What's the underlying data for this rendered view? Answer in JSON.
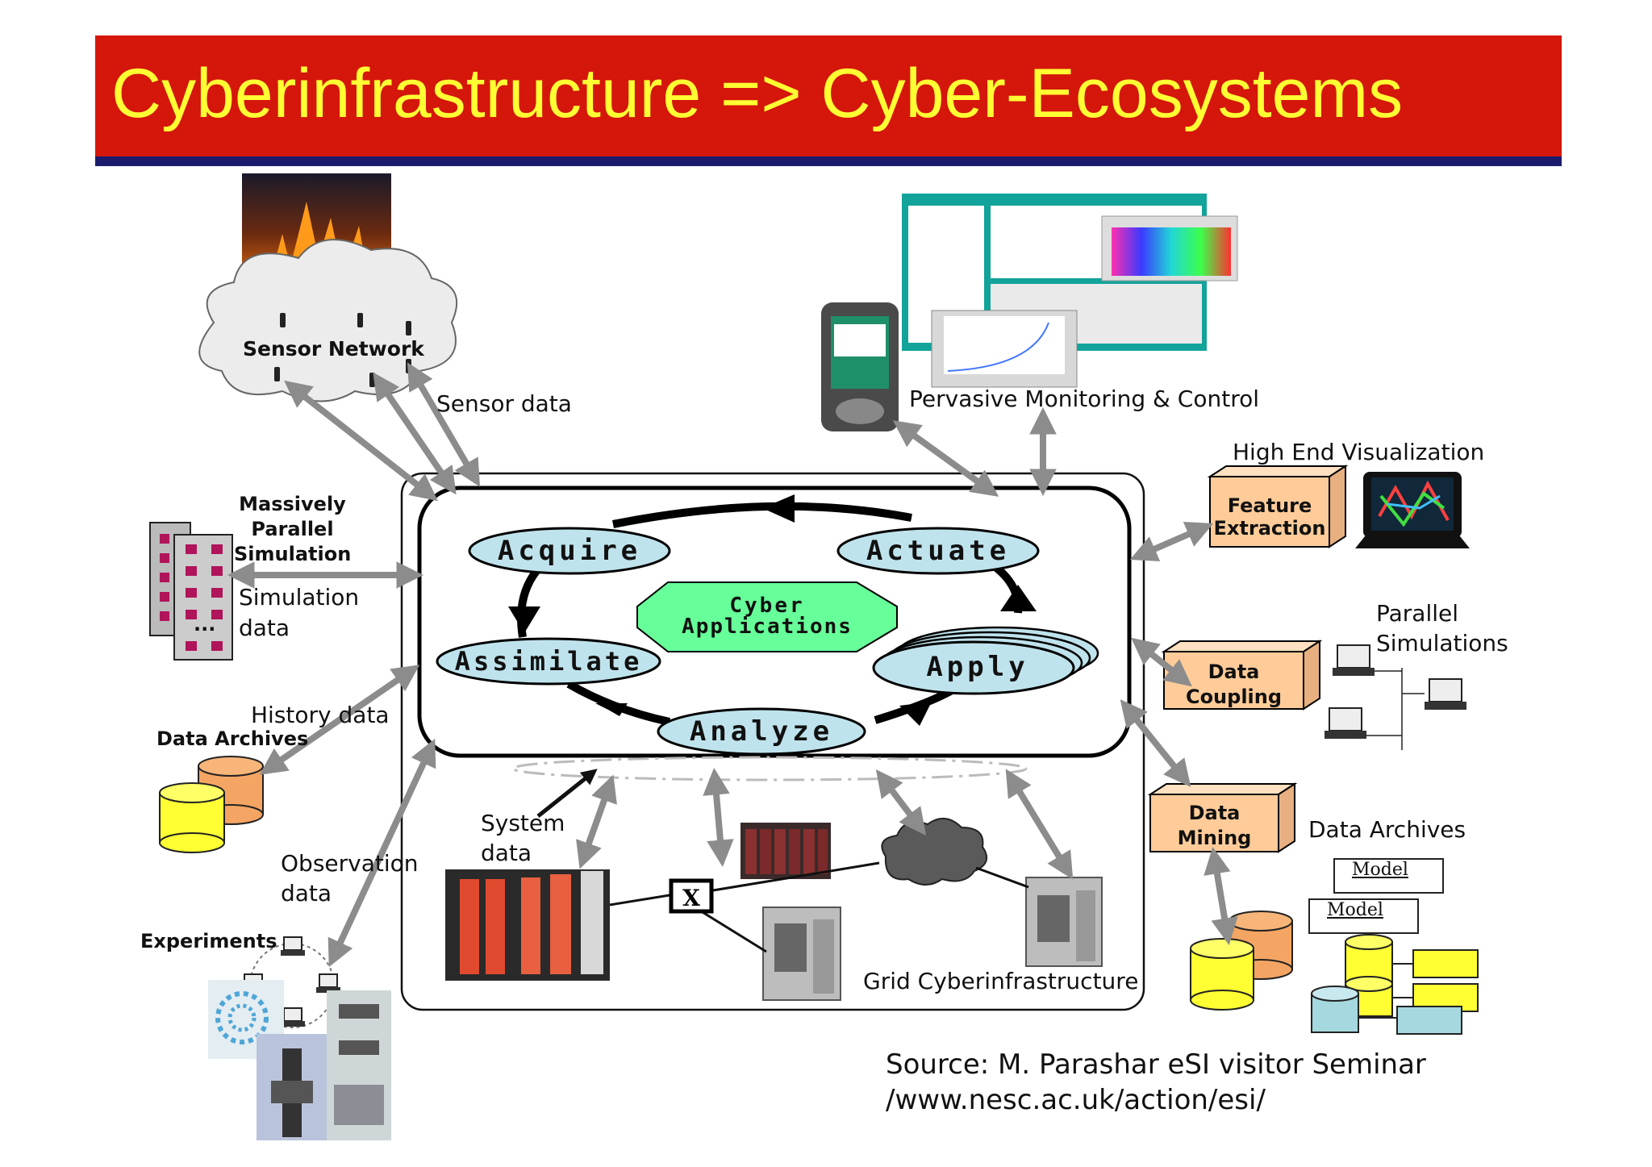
{
  "title": "Cyberinfrastructure => Cyber-Ecosystems",
  "colors": {
    "title_bg": "#d4160b",
    "title_text": "#ffff33",
    "title_underline": "#1b1b6e",
    "ellipse_fill": "#bfe3ec",
    "octagon_fill": "#66ff99",
    "box_fill": "#ffcc99",
    "db_yellow": "#ffff33",
    "db_orange": "#f5a563",
    "arrow_gray": "#8c8c8c"
  },
  "cycle": {
    "acquire": "Acquire",
    "actuate": "Actuate",
    "assimilate": "Assimilate",
    "apply": "Apply",
    "analyze": "Analyze",
    "center": [
      "Cyber",
      "Applications"
    ]
  },
  "labels": {
    "sensor_network": "Sensor Network",
    "sensor_data": "Sensor data",
    "pervasive": "Pervasive Monitoring & Control",
    "high_end_vis": "High End Visualization",
    "feature_extraction": [
      "Feature",
      "Extraction"
    ],
    "massively_parallel": [
      "Massively",
      "Parallel",
      "Simulation"
    ],
    "simulation_data": [
      "Simulation",
      "data"
    ],
    "parallel_simulations": [
      "Parallel",
      "Simulations"
    ],
    "data_coupling": [
      "Data",
      "Coupling"
    ],
    "history_data": "History data",
    "data_archives_left": "Data Archives",
    "data_mining": [
      "Data",
      "Mining"
    ],
    "data_archives_right": "Data Archives",
    "model": "Model",
    "system_data": [
      "System",
      "data"
    ],
    "observation_data": [
      "Observation",
      "data"
    ],
    "experiments": "Experiments",
    "grid": "Grid Cyberinfrastructure",
    "switch": "X",
    "ellipsis": "..."
  },
  "source": {
    "line1": "Source: M. Parashar eSI visitor Seminar",
    "line2": "/www.nesc.ac.uk/action/esi/"
  }
}
